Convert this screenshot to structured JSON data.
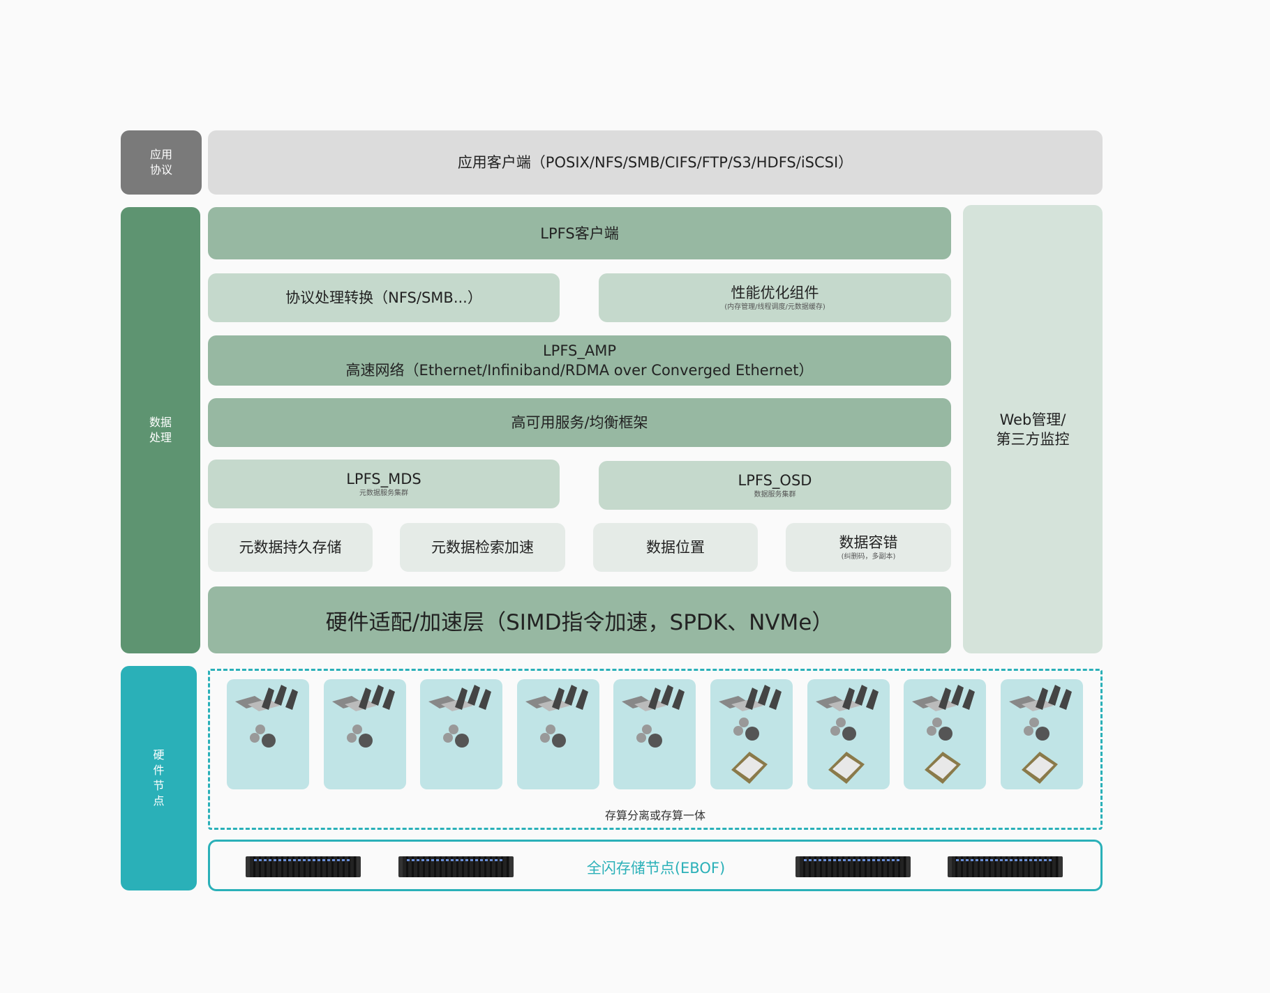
{
  "layers": {
    "app_protocol_label": "应用\n协议",
    "data_processing_label": "数据\n处理",
    "hardware_nodes_label": "硬\n件\n节\n点"
  },
  "app_client": "应用客户端（POSIX/NFS/SMB/CIFS/FTP/S3/HDFS/iSCSI）",
  "lpfs_client": "LPFS客户端",
  "protocol_conversion": "协议处理转换（NFS/SMB...）",
  "perf_component": {
    "title": "性能优化组件",
    "sub": "(内存管理/线程调度/元数据缓存)"
  },
  "amp": {
    "title": "LPFS_AMP",
    "sub": "高速网络（Ethernet/Infiniband/RDMA over Converged Ethernet）"
  },
  "ha_framework": "高可用服务/均衡框架",
  "mds": {
    "title": "LPFS_MDS",
    "sub": "元数据服务集群"
  },
  "osd": {
    "title": "LPFS_OSD",
    "sub": "数据服务集群"
  },
  "features": [
    {
      "title": "元数据持久存储",
      "sub": ""
    },
    {
      "title": "元数据检索加速",
      "sub": ""
    },
    {
      "title": "数据位置",
      "sub": ""
    },
    {
      "title": "数据容错",
      "sub": "(纠删码，多副本)"
    }
  ],
  "hardware_layer": "硬件适配/加速层（SIMD指令加速，SPDK、NVMe）",
  "web_mgmt": "Web管理/\n第三方监控",
  "nodes": [
    {
      "has_disk": false
    },
    {
      "has_disk": false
    },
    {
      "has_disk": false
    },
    {
      "has_disk": false
    },
    {
      "has_disk": false
    },
    {
      "has_disk": true
    },
    {
      "has_disk": true
    },
    {
      "has_disk": true
    },
    {
      "has_disk": true
    }
  ],
  "nodes_caption": "存算分离或存算一体",
  "ebof_label": "全闪存储节点(EBOF)",
  "colors": {
    "dark_green": "#5e9471",
    "teal": "#2ab0b8",
    "gray": "#7a7a7a"
  }
}
